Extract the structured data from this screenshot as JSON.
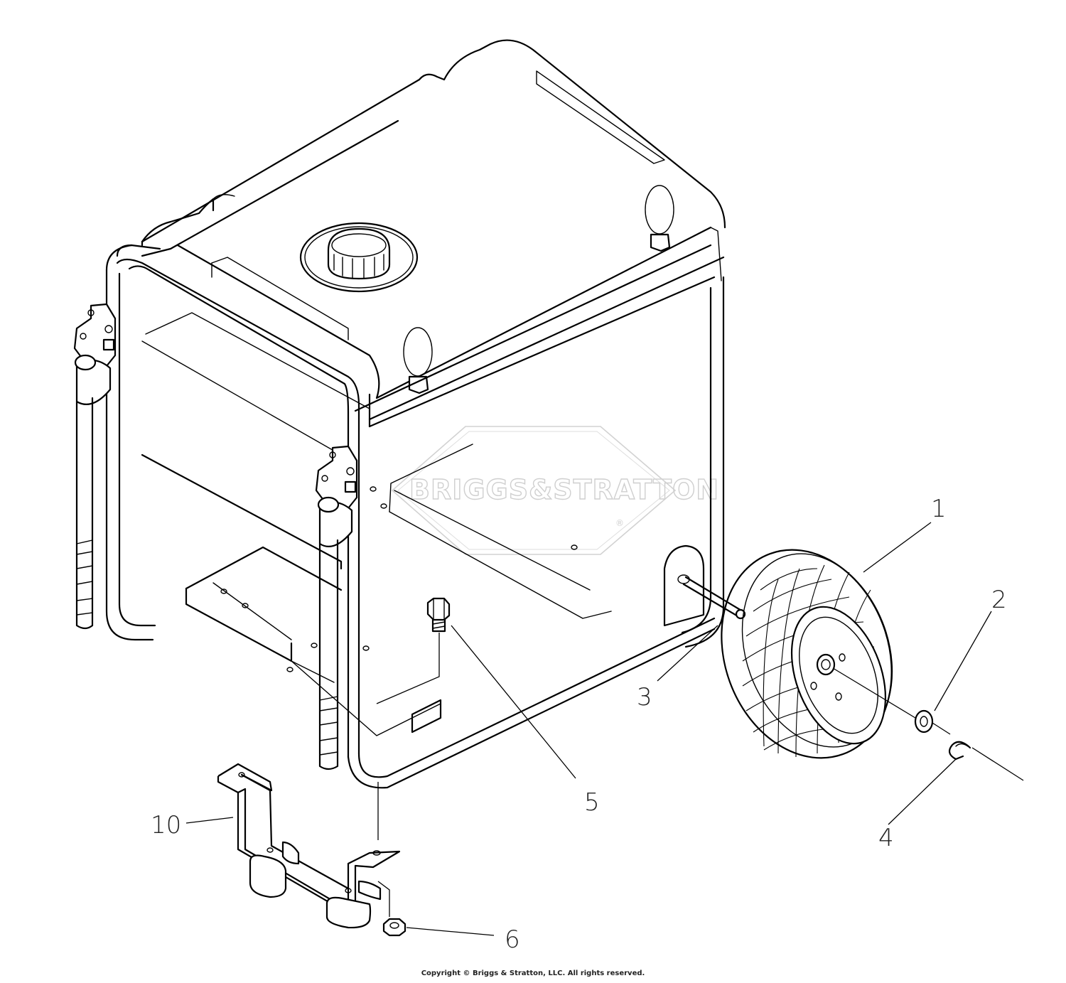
{
  "diagram": {
    "watermark": {
      "text": "BRIGGS&STRATTON",
      "registered_mark": "®",
      "color": "#cfcfcf"
    },
    "callouts": [
      {
        "id": "callout-1",
        "label": "1",
        "part": "wheel"
      },
      {
        "id": "callout-2",
        "label": "2",
        "part": "washer"
      },
      {
        "id": "callout-3",
        "label": "3",
        "part": "axle"
      },
      {
        "id": "callout-4",
        "label": "4",
        "part": "e-clip"
      },
      {
        "id": "callout-5",
        "label": "5",
        "part": "bolt"
      },
      {
        "id": "callout-6",
        "label": "6",
        "part": "nut"
      },
      {
        "id": "callout-10",
        "label": "10",
        "part": "support-bracket"
      }
    ]
  },
  "footer": {
    "copyright": "Copyright © Briggs & Stratton, LLC. All rights reserved."
  }
}
